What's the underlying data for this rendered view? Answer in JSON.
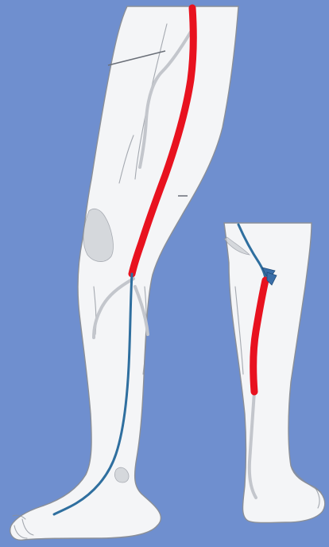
{
  "figure": {
    "background_color": "#6f8fcf",
    "skin_color": "#f4f5f7",
    "outline_color": "#8a8f98",
    "shadow_color": "#c9ccd2",
    "diseased_vein_color": "#e8121f",
    "healthy_vein_color": "#2f6f9f",
    "arrow_color": "#3a6ea8"
  },
  "panels": [
    {
      "name": "full-leg-front-view",
      "vein_segments": [
        "red-thigh-segment",
        "blue-lower-leg-segment"
      ]
    },
    {
      "name": "lower-leg-back-view",
      "vein_segments": [
        "blue-knee-segment",
        "red-calf-segment"
      ],
      "arrow": "reflux-direction-arrow"
    }
  ]
}
